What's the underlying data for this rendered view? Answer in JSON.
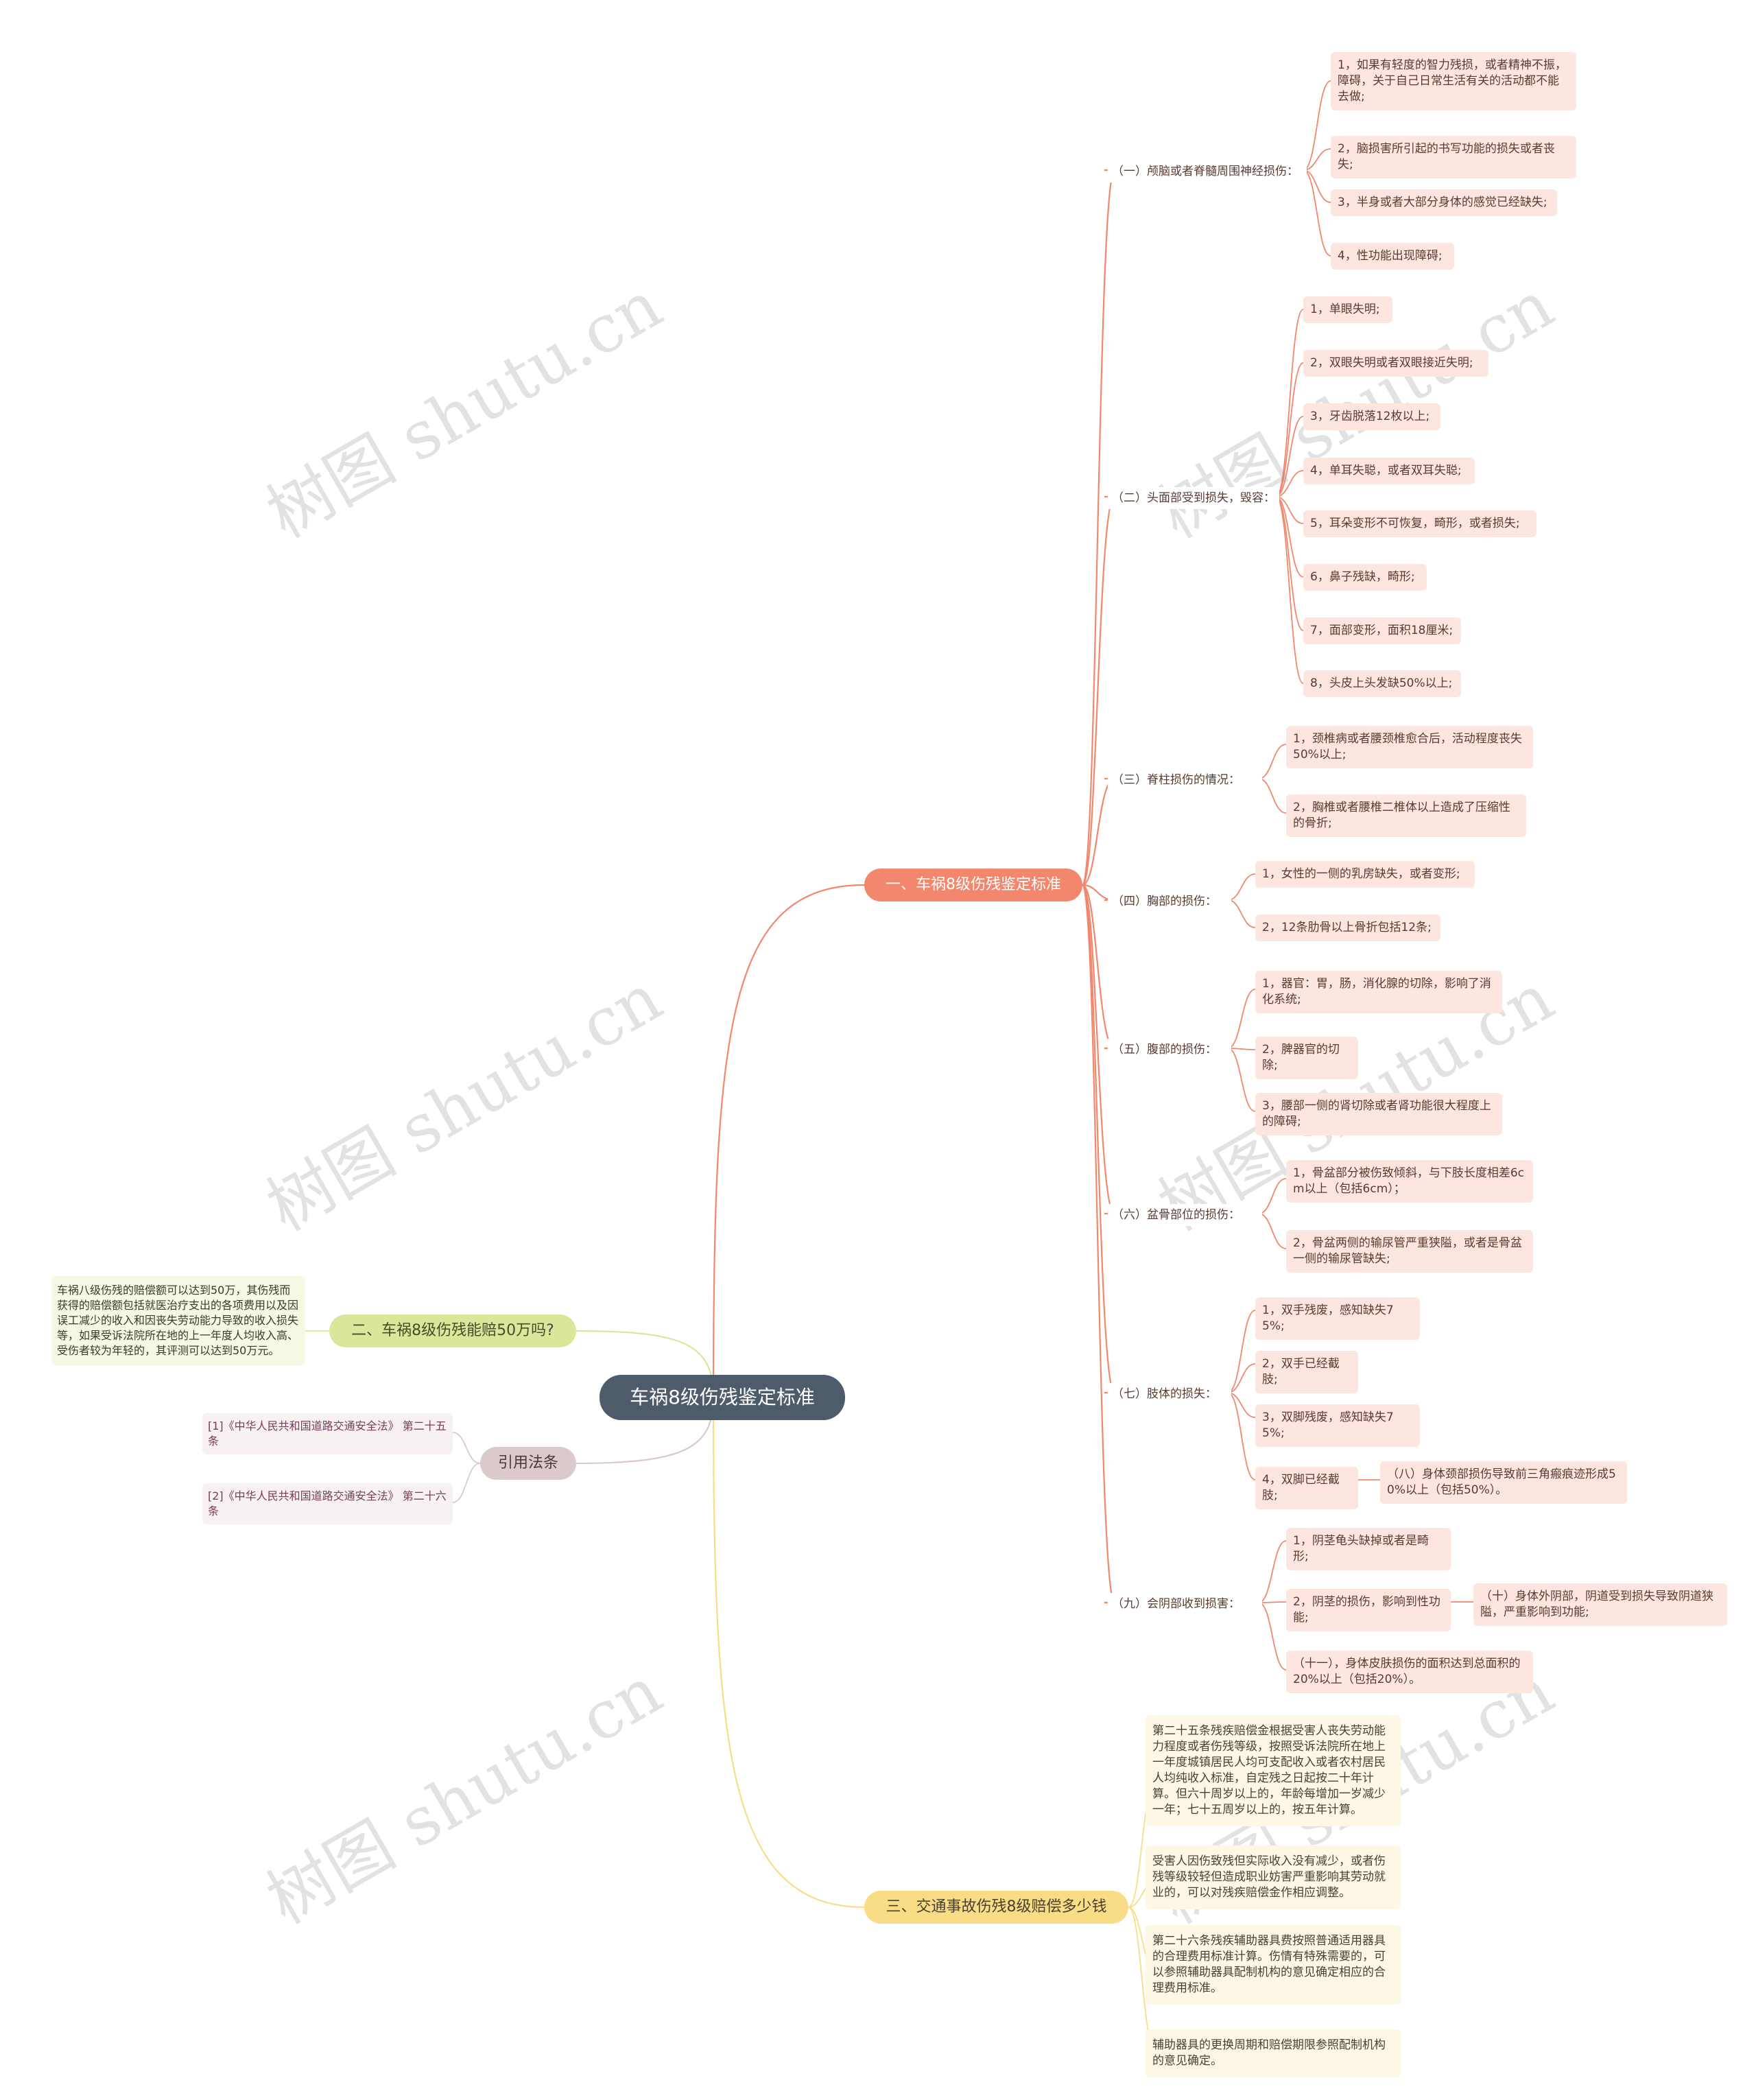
{
  "root": {
    "label": "车祸8级伤残鉴定标准"
  },
  "branch1": {
    "label": "一、车祸8级伤残鉴定标准",
    "sections": [
      {
        "label": "（一）颅脑或者脊髓周围神经损伤：",
        "items": [
          "1，如果有轻度的智力残损，或者精神不振，障碍，关于自己日常生活有关的活动都不能去做;",
          "2，脑损害所引起的书写功能的损失或者丧失;",
          "3，半身或者大部分身体的感觉已经缺失;",
          "4，性功能出现障碍;"
        ]
      },
      {
        "label": "（二）头面部受到损失，毁容：",
        "items": [
          "1，单眼失明;",
          "2，双眼失明或者双眼接近失明;",
          "3，牙齿脱落12枚以上;",
          "4，单耳失聪，或者双耳失聪;",
          "5，耳朵变形不可恢复，畸形，或者损失;",
          "6，鼻子残缺，畸形;",
          "7，面部变形，面积18厘米;",
          "8，头皮上头发缺50%以上;"
        ]
      },
      {
        "label": "（三）脊柱损伤的情况：",
        "items": [
          "1，颈椎病或者腰颈椎愈合后，活动程度丧失50%以上;",
          "2，胸椎或者腰椎二椎体以上造成了压缩性的骨折;"
        ]
      },
      {
        "label": "（四）胸部的损伤：",
        "items": [
          "1，女性的一侧的乳房缺失，或者变形;",
          "2，12条肋骨以上骨折包括12条;"
        ]
      },
      {
        "label": "（五）腹部的损伤：",
        "items": [
          "1，器官：胃，肠，消化腺的切除，影响了消化系统;",
          "2，脾器官的切除;",
          "3，腰部一侧的肾切除或者肾功能很大程度上的障碍;"
        ]
      },
      {
        "label": "（六）盆骨部位的损伤：",
        "items": [
          "1，骨盆部分被伤致倾斜，与下肢长度相差6cm以上（包括6cm）；",
          "2，骨盆两侧的输尿管严重狭隘，或者是骨盆一侧的输尿管缺失;"
        ]
      },
      {
        "label": "（七）肢体的损失：",
        "items": [
          "1，双手残废，感知缺失75%;",
          "2，双手已经截肢;",
          "3，双脚残废，感知缺失75%;",
          "4，双脚已经截肢;"
        ],
        "extra": "（八）身体颈部损伤导致前三角瘢痕迹形成50%以上（包括50%）。"
      },
      {
        "label": "（九）会阴部收到损害：",
        "items": [
          "1，阴茎龟头缺掉或者是畸形;",
          "2，阴茎的损伤，影响到性功能;",
          "（十一），身体皮肤损伤的面积达到总面积的20%以上（包括20%）。"
        ],
        "extra": "（十）身体外阴部，阴道受到损失导致阴道狭隘，严重影响到功能;"
      }
    ]
  },
  "branch2": {
    "label": "二、车祸8级伤残能赔50万吗?",
    "text": "车祸八级伤残的赔偿额可以达到50万，其伤残而获得的赔偿额包括就医治疗支出的各项费用以及因误工减少的收入和因丧失劳动能力导致的收入损失等，如果受诉法院所在地的上一年度人均收入高、受伤者较为年轻的，其评测可以达到50万元。"
  },
  "branch3": {
    "label": "三、交通事故伤残8级赔偿多少钱",
    "items": [
      "第二十五条残疾赔偿金根据受害人丧失劳动能力程度或者伤残等级，按照受诉法院所在地上一年度城镇居民人均可支配收入或者农村居民人均纯收入标准，自定残之日起按二十年计算。但六十周岁以上的，年龄每增加一岁减少一年；七十五周岁以上的，按五年计算。",
      "受害人因伤致残但实际收入没有减少，或者伤残等级较轻但造成职业妨害严重影响其劳动就业的，可以对残疾赔偿金作相应调整。",
      "第二十六条残疾辅助器具费按照普通适用器具的合理费用标准计算。伤情有特殊需要的，可以参照辅助器具配制机构的意见确定相应的合理费用标准。",
      "辅助器具的更换周期和赔偿期限参照配制机构的意见确定。"
    ]
  },
  "branch4": {
    "label": "引用法条",
    "items": [
      "[1]《中华人民共和国道路交通安全法》 第二十五条",
      "[2]《中华人民共和国道路交通安全法》 第二十六条"
    ]
  },
  "watermark": "树图 shutu.cn",
  "colors": {
    "root": "#4d5b6a",
    "branch1": "#f2876e",
    "branch2": "#d9e79a",
    "branch3": "#f9dd86",
    "branch4": "#dcc9cc"
  }
}
